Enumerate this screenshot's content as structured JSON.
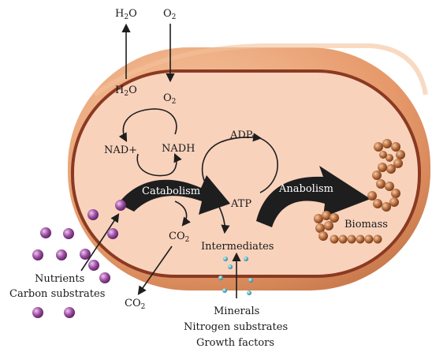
{
  "outside": {
    "h2o": "H",
    "h2o_sub": "2",
    "h2o_o": "O",
    "o2": "O",
    "o2_sub": "2",
    "co2": "CO",
    "co2_sub": "2",
    "nutrients": "Nutrients",
    "carbon_substrates": "Carbon substrates",
    "minerals": "Minerals",
    "nitrogen_substrates": "Nitrogen substrates",
    "growth_factors": "Growth factors"
  },
  "inside": {
    "h2o": "H",
    "h2o_sub": "2",
    "h2o_o": "O",
    "o2": "O",
    "o2_sub": "2",
    "nad_plus": "NAD+",
    "nadh": "NADH",
    "adp": "ADP",
    "atp": "ATP",
    "co2": "CO",
    "co2_sub": "2",
    "catabolism": "Catabolism",
    "anabolism": "Anabolism",
    "intermediates": "Intermediates",
    "biomass": "Biomass"
  },
  "colors": {
    "cell_wall": "#e8a070",
    "cell_wall_dark": "#8b3a22",
    "cytoplasm": "#f9d2bc",
    "nutrient_particle": "#8a3f8e",
    "mineral_particle": "#5bb6c8",
    "biomass_particle": "#b36a3c",
    "arrow": "#1e1e1e"
  }
}
